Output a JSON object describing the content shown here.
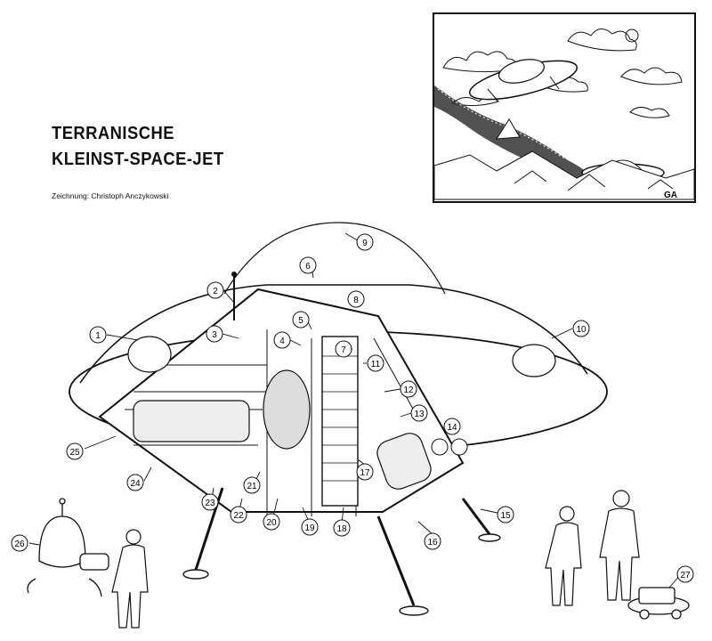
{
  "title": {
    "line1": "TERRANISCHE",
    "line2": "KLEINST-SPACE-JET"
  },
  "credit": "Zeichnung: Christoph Anczykowski",
  "callouts": [
    "1",
    "2",
    "3",
    "4",
    "5",
    "6",
    "7",
    "8",
    "9",
    "10",
    "11",
    "12",
    "13",
    "14",
    "15",
    "16",
    "17",
    "18",
    "19",
    "20",
    "21",
    "22",
    "23",
    "24",
    "25",
    "26",
    "27"
  ],
  "inset": {
    "artist_signature": "GA"
  }
}
